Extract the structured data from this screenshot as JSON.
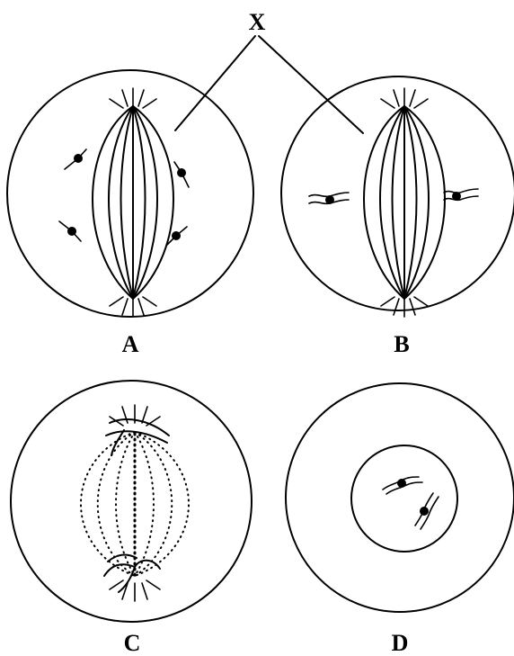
{
  "labels": {
    "x": "X",
    "a": "A",
    "b": "B",
    "c": "C",
    "d": "D"
  },
  "colors": {
    "ink": "#000000",
    "paper": "#ffffff"
  }
}
